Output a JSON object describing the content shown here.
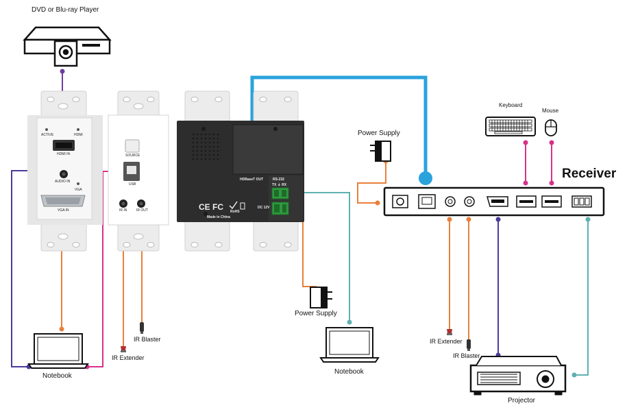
{
  "source": {
    "label": "DVD or Blu-ray Player"
  },
  "plate1": {
    "active": "ACTIVE",
    "hdmi": "HDMI",
    "hdmi_in": "HDMI IN",
    "audio_in": "AUDIO IN",
    "vga": "VGA",
    "vga_in": "VGA IN"
  },
  "plate2": {
    "source": "SOURCE",
    "usb": "USB",
    "ir_in": "IR IN",
    "ir_out": "IR OUT"
  },
  "transmitter": {
    "hdbaset_out": "HDBaseT OUT",
    "rs232": "RS-232",
    "txrx": "TX ⏚ RX",
    "dc": "DC 12V",
    "made_in": "Made in China",
    "rohs": "RoHS"
  },
  "receiver": {
    "label": "Receiver"
  },
  "devices": {
    "keyboard": "Keyboard",
    "mouse": "Mouse",
    "power_supply_top": "Power Supply",
    "power_supply_mid": "Power Supply",
    "notebook_left": "Notebook",
    "notebook_mid": "Notebook",
    "ir_blaster_left": "IR Blaster",
    "ir_extender_left": "IR Extender",
    "ir_extender_right": "IR Extender",
    "ir_blaster_right": "IR Blaster",
    "projector": "Projector"
  },
  "colors": {
    "hdmi_line": "#6b3fa0",
    "vga_line": "#4a3a9a",
    "power_ir_line": "#e8803a",
    "usb_line": "#d6318a",
    "serial_line": "#5fb0b0",
    "hdbaset_line": "#2aa3dd"
  }
}
